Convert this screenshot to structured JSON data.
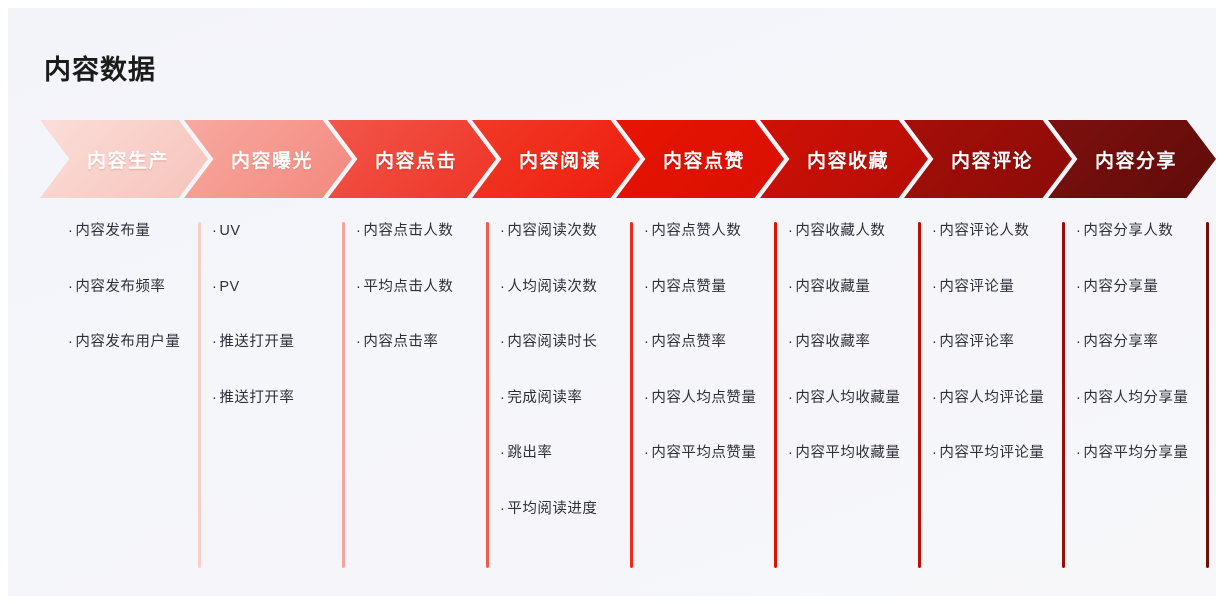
{
  "page": {
    "title": "内容数据",
    "background_color": "#f4f5fa",
    "border_color": "#ffffff"
  },
  "funnel": {
    "stages": [
      {
        "label": "内容生产",
        "arrow_color_start": "#fbded8",
        "arrow_color_end": "#f6c3bb",
        "divider_color": "#f7cfc9",
        "items": [
          "内容发布量",
          "内容发布频率",
          "内容发布用户量"
        ]
      },
      {
        "label": "内容曝光",
        "arrow_color_start": "#f7a9a0",
        "arrow_color_end": "#f4887e",
        "divider_color": "#f4a49c",
        "items": [
          "UV",
          "PV",
          "推送打开量",
          "推送打开率"
        ]
      },
      {
        "label": "内容点击",
        "arrow_color_start": "#f2564a",
        "arrow_color_end": "#ee3426",
        "divider_color": "#f15a4e",
        "items": [
          "内容点击人数",
          "平均点击人数",
          "内容点击率"
        ]
      },
      {
        "label": "内容阅读",
        "arrow_color_start": "#f13a27",
        "arrow_color_end": "#ee1c0c",
        "divider_color": "#ef2a18",
        "items": [
          "内容阅读次数",
          "人均阅读次数",
          "内容阅读时长",
          "完成阅读率",
          "跳出率",
          "平均阅读进度"
        ]
      },
      {
        "label": "内容点赞",
        "arrow_color_start": "#e81403",
        "arrow_color_end": "#d81000",
        "divider_color": "#e01202",
        "items": [
          "内容点赞人数",
          "内容点赞量",
          "内容点赞率",
          "内容人均点赞量",
          "内容平均点赞量"
        ]
      },
      {
        "label": "内容收藏",
        "arrow_color_start": "#cf1006",
        "arrow_color_end": "#b50e05",
        "divider_color": "#c00f05",
        "items": [
          "内容收藏人数",
          "内容收藏量",
          "内容收藏率",
          "内容人均收藏量",
          "内容平均收藏量"
        ]
      },
      {
        "label": "内容评论",
        "arrow_color_start": "#a60f09",
        "arrow_color_end": "#8b0b07",
        "divider_color": "#9c0d08",
        "items": [
          "内容评论人数",
          "内容评论量",
          "内容评论率",
          "内容人均评论量",
          "内容平均评论量"
        ]
      },
      {
        "label": "内容分享",
        "arrow_color_start": "#7d100e",
        "arrow_color_end": "#5f0c0a",
        "divider_color": "#6e0f0c",
        "items": [
          "内容分享人数",
          "内容分享量",
          "内容分享率",
          "内容人均分享量",
          "内容平均分享量"
        ]
      }
    ]
  },
  "bullet_char": "·"
}
